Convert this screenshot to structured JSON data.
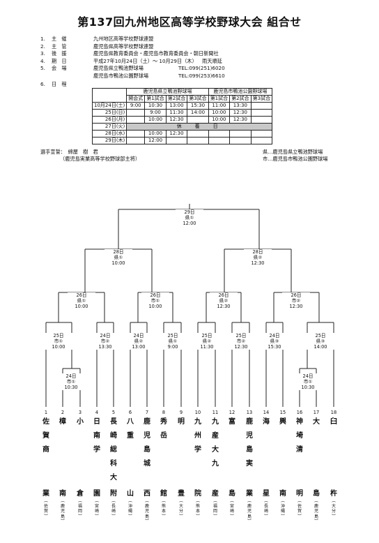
{
  "title": "第137回九州地区高等学校野球大会 組合せ",
  "info": [
    {
      "n": "1.",
      "k": "主　催",
      "v": "九州地区高等学校野球連盟",
      "v2": ""
    },
    {
      "n": "2.",
      "k": "主　管",
      "v": "鹿児島県高等学校野球連盟",
      "v2": ""
    },
    {
      "n": "3.",
      "k": "後　援",
      "v": "鹿児島県教育委員会・鹿児島市教育委員会・朝日新聞社",
      "v2": ""
    },
    {
      "n": "4.",
      "k": "期　日",
      "v": "平成27年10月24日（土）～ 10月29日（木）",
      "v2": "雨天順延"
    },
    {
      "n": "5.",
      "k": "会　場",
      "v": "鹿児島県立鴨池野球場",
      "v2": "TEL:099(251)6020"
    },
    {
      "n": "",
      "k": "",
      "v": "鹿児島市鴨池公園野球場",
      "v2": "TEL:099(253)6610"
    },
    {
      "n": "6.",
      "k": "日　程",
      "v": "",
      "v2": ""
    }
  ],
  "schedule": {
    "venue1": "鹿児島県立鴨池野球場",
    "venue2": "鹿児島市鴨池公園野球場",
    "subheads": [
      "開会式",
      "第1試合",
      "第2試合",
      "第3試合",
      "第1試合",
      "第2試合",
      "第3試合"
    ],
    "rows": [
      [
        "10月24日(土)",
        "9:00",
        "10:30",
        "13:00",
        "15:30",
        "11:00",
        "13:30",
        ""
      ],
      [
        "25日(日)",
        "",
        "9:00",
        "11:30",
        "14:00",
        "10:00",
        "12:30",
        ""
      ],
      [
        "26日(月)",
        "",
        "10:00",
        "12:30",
        "",
        "10:00",
        "12:30",
        ""
      ],
      [
        "27日(火)",
        "休　養　日"
      ],
      [
        "28日(水)",
        "",
        "10:00",
        "12:30",
        "",
        "",
        "",
        ""
      ],
      [
        "29日(木)",
        "",
        "12:00",
        "",
        "",
        "",
        "",
        ""
      ]
    ]
  },
  "umpire": {
    "line1": "選手宣誓：　綿屋　樹　君",
    "line2": "（鹿児島実業高等学校野球部主将）",
    "legend1": "県…鹿児島県立鴨池野球場",
    "legend2": "市…鹿児島市鴨池公園野球場"
  },
  "games": {
    "final": [
      "29日",
      "県①",
      "12:00"
    ],
    "sf1": [
      "28日",
      "県①",
      "10:00"
    ],
    "sf2": [
      "28日",
      "県②",
      "12:30"
    ],
    "qf1": [
      "26日",
      "県①",
      "10:00"
    ],
    "qf2": [
      "26日",
      "市①",
      "10:00"
    ],
    "qf3": [
      "26日",
      "県②",
      "12:30"
    ],
    "qf4": [
      "26日",
      "市②",
      "12:30"
    ],
    "r2a": [
      "25日",
      "市①",
      "10:00"
    ],
    "r2b": [
      "24日",
      "市②",
      "13:30"
    ],
    "r2c": [
      "24日",
      "県②",
      "13:00"
    ],
    "r2d": [
      "25日",
      "県①",
      "9:00"
    ],
    "r2e": [
      "25日",
      "県②",
      "11:30"
    ],
    "r2f": [
      "25日",
      "市②",
      "12:30"
    ],
    "r2g": [
      "24日",
      "県③",
      "15:30"
    ],
    "r2h": [
      "25日",
      "県③",
      "14:00"
    ],
    "r1a": [
      "24日",
      "市①",
      "10:30"
    ],
    "r1b": [
      "24日",
      "市①",
      "10:30"
    ]
  },
  "teams": [
    {
      "no": "1",
      "name": "佐賀商",
      "last": "業",
      "pref": "（佐賀）"
    },
    {
      "no": "2",
      "name": "樟",
      "last": "南",
      "pref": "（鹿児島）"
    },
    {
      "no": "3",
      "name": "小",
      "last": "倉",
      "pref": "（福岡）"
    },
    {
      "no": "4",
      "name": "日南学",
      "last": "園",
      "pref": "（宮崎）"
    },
    {
      "no": "5",
      "name": "長崎総科大",
      "last": "附",
      "pref": "（長崎）"
    },
    {
      "no": "6",
      "name": "八重",
      "last": "山",
      "pref": "（沖縄）"
    },
    {
      "no": "7",
      "name": "鹿児島城",
      "last": "西",
      "pref": "（鹿児島）"
    },
    {
      "no": "8",
      "name": "秀岳",
      "last": "館",
      "pref": "（熊本）"
    },
    {
      "no": "9",
      "name": "明",
      "last": "豊",
      "pref": "（大分）"
    },
    {
      "no": "10",
      "name": "九州学",
      "last": "院",
      "pref": "（熊本）"
    },
    {
      "no": "11",
      "name": "九産大九",
      "last": "産",
      "pref": "（福岡）"
    },
    {
      "no": "12",
      "name": "富",
      "last": "島",
      "pref": "（宮崎）"
    },
    {
      "no": "13",
      "name": "鹿児島実",
      "last": "業",
      "pref": "（鹿児島）"
    },
    {
      "no": "14",
      "name": "海",
      "last": "星",
      "pref": "（長崎）"
    },
    {
      "no": "15",
      "name": "興",
      "last": "南",
      "pref": "（沖縄）"
    },
    {
      "no": "16",
      "name": "神埼清",
      "last": "明",
      "pref": "（佐賀）"
    },
    {
      "no": "17",
      "name": "大",
      "last": "島",
      "pref": "（鹿児島）"
    },
    {
      "no": "18",
      "name": "臼",
      "last": "杵",
      "pref": "（大分）"
    }
  ]
}
